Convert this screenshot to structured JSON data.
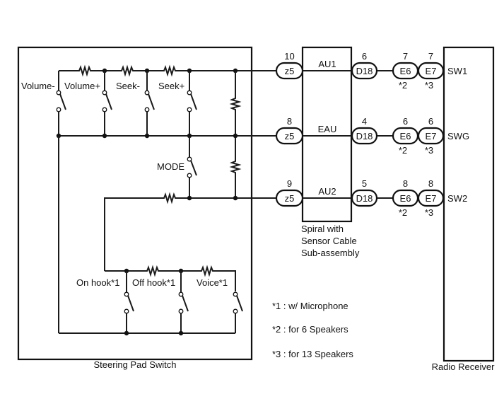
{
  "components": {
    "steering_pad_switch": "Steering Pad Switch",
    "spiral_cable": [
      "Spiral with",
      "Sensor Cable",
      "Sub-assembly"
    ],
    "radio_receiver": "Radio Receiver"
  },
  "switch_labels": {
    "volume_minus": "Volume-",
    "volume_plus": "Volume+",
    "seek_minus": "Seek-",
    "seek_plus": "Seek+",
    "mode": "MODE",
    "on_hook": "On hook*1",
    "off_hook": "Off hook*1",
    "voice": "Voice*1"
  },
  "circuits": [
    {
      "id": "sw1",
      "z_connector": {
        "name": "z5",
        "pin": "10"
      },
      "spiral_wire": "AU1",
      "d_connector": {
        "name": "D18",
        "pin": "6"
      },
      "e6": {
        "name": "E6",
        "pin": "7",
        "note": "*2"
      },
      "e7": {
        "name": "E7",
        "pin": "7",
        "note": "*3"
      },
      "terminal": "SW1"
    },
    {
      "id": "swg",
      "z_connector": {
        "name": "z5",
        "pin": "8"
      },
      "spiral_wire": "EAU",
      "d_connector": {
        "name": "D18",
        "pin": "4"
      },
      "e6": {
        "name": "E6",
        "pin": "6",
        "note": "*2"
      },
      "e7": {
        "name": "E7",
        "pin": "6",
        "note": "*3"
      },
      "terminal": "SWG"
    },
    {
      "id": "sw2",
      "z_connector": {
        "name": "z5",
        "pin": "9"
      },
      "spiral_wire": "AU2",
      "d_connector": {
        "name": "D18",
        "pin": "5"
      },
      "e6": {
        "name": "E6",
        "pin": "8",
        "note": "*2"
      },
      "e7": {
        "name": "E7",
        "pin": "8",
        "note": "*3"
      },
      "terminal": "SW2"
    }
  ],
  "notes": [
    "*1 : w/ Microphone",
    "*2 : for 6 Speakers",
    "*3 : for 13 Speakers"
  ]
}
